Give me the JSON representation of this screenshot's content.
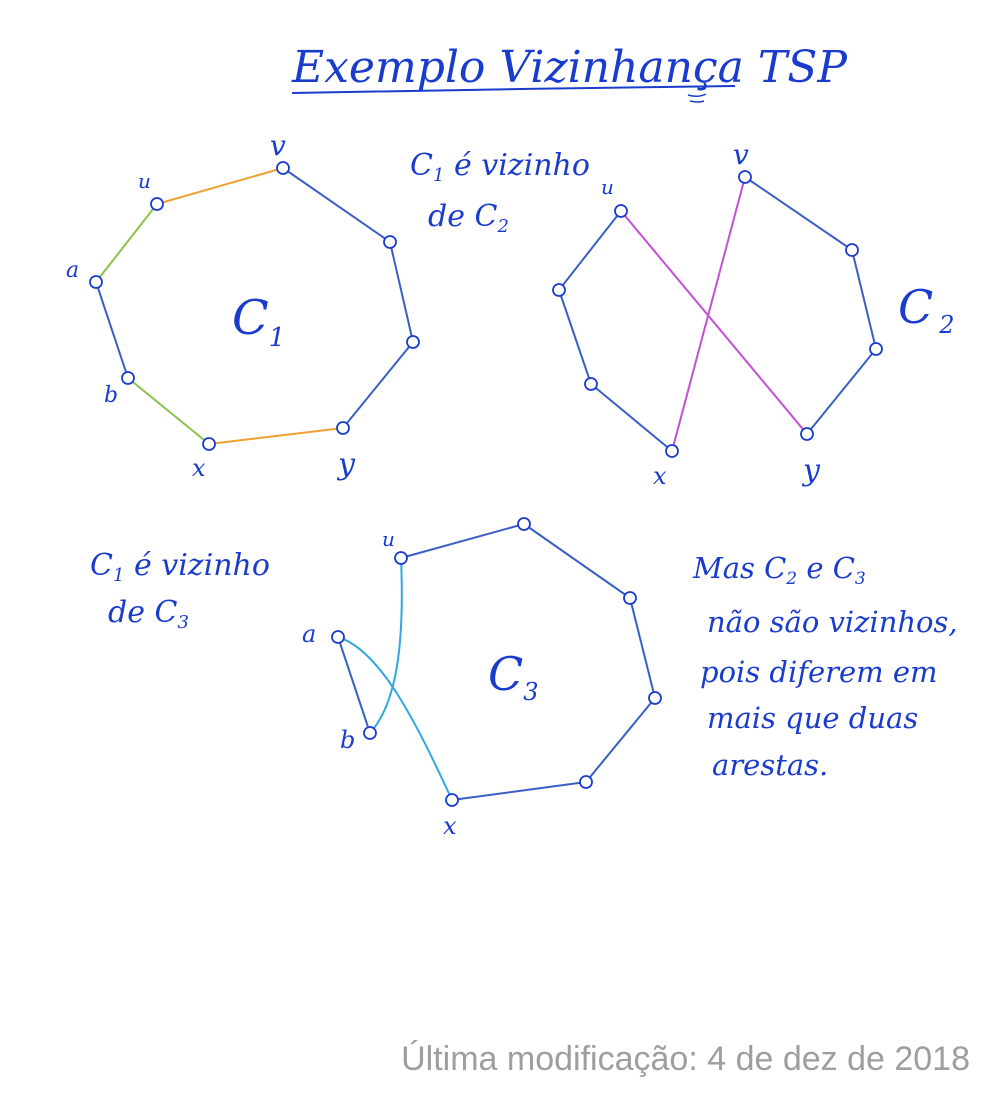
{
  "title": "Exemplo Vizinhança TSP",
  "colors": {
    "ink": "#1a3ccc",
    "edge": "#3a5fc4",
    "orange": "#f0a030",
    "green": "#8ac24a",
    "magenta": "#c34fd3",
    "cyan": "#2fa8e0",
    "footer": "#9e9e9e"
  },
  "graph1": {
    "label": "C",
    "sub": "1",
    "vertex_labels": {
      "u": "u",
      "v": "v",
      "a": "a",
      "b": "b",
      "x": "x",
      "y": "y"
    }
  },
  "graph2": {
    "label": "C",
    "sub": "2",
    "vertex_labels": {
      "u": "u",
      "v": "v",
      "x": "x",
      "y": "y"
    }
  },
  "graph3": {
    "label": "C",
    "sub": "3",
    "vertex_labels": {
      "u": "u",
      "a": "a",
      "b": "b",
      "x": "x"
    }
  },
  "notes": {
    "n1": {
      "l1a": "C",
      "l1sub": "1",
      "l1b": " é vizinho",
      "l2a": "de C",
      "l2sub": "2"
    },
    "n2": {
      "l1a": "C",
      "l1sub": "1",
      "l1b": " é vizinho",
      "l2a": "de C",
      "l2sub": "3"
    },
    "n3": {
      "l1a": "Mas C",
      "l1sub1": "2",
      "l1b": " e C",
      "l1sub2": "3",
      "l2": "não são vizinhos,",
      "l3": "pois diferem em",
      "l4": "mais que duas",
      "l5": "arestas."
    }
  },
  "footer": "Última modificação: 4 de dez de 2018"
}
